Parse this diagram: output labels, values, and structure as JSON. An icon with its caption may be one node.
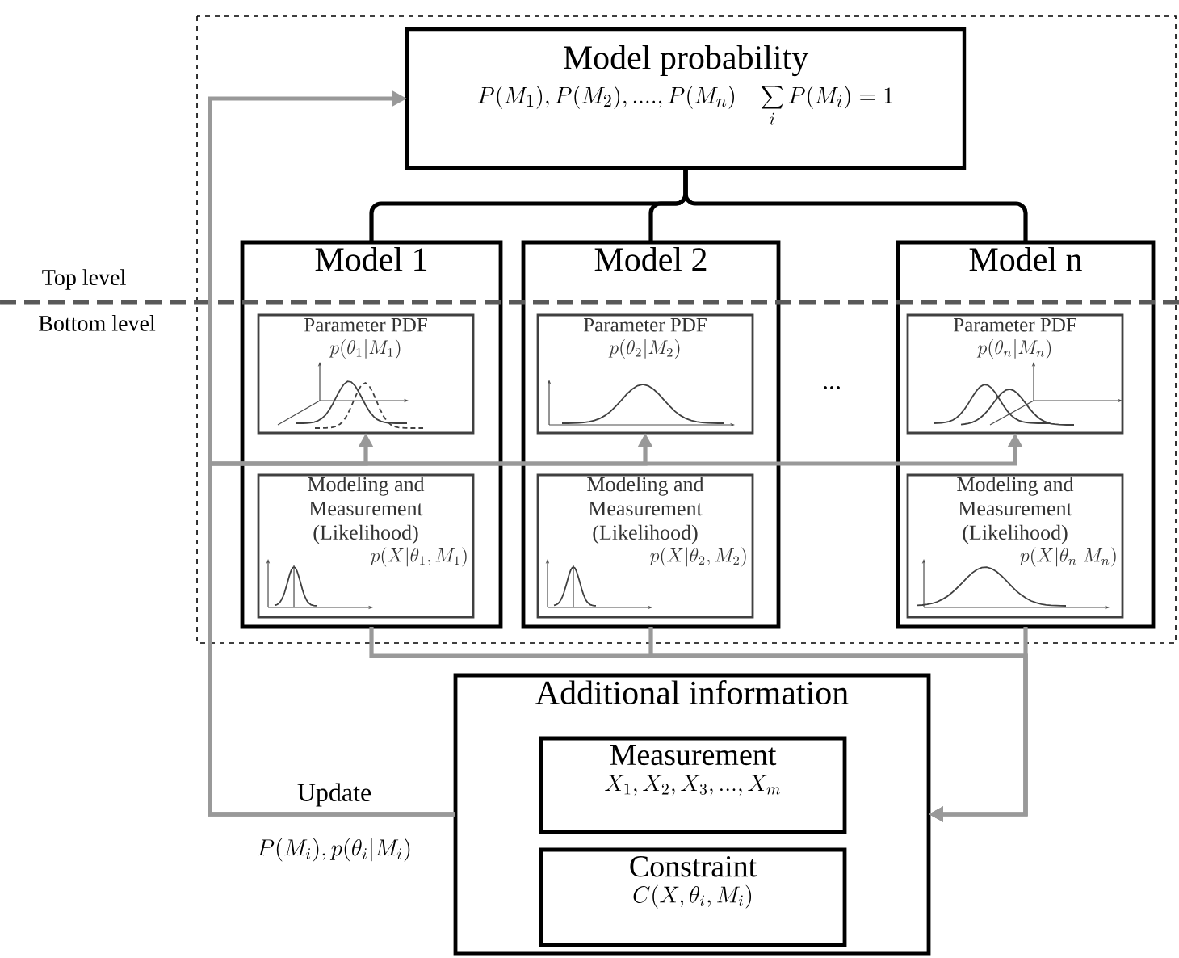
{
  "diagram": {
    "nodes": [
      {
        "text": [
          "Model probability",
          "P(M_1), P(M_2), ...., P(M_n)",
          "\\sum_{i} P(M_i) = 1"
        ]
      },
      {
        "text": [
          "Model 1"
        ]
      },
      {
        "text": [
          "Parameter PDF",
          "p(\\theta_1|M_1)"
        ],
        "in": 1
      },
      {
        "text": [
          "Modeling and Measurement (Likelihood)",
          "p(X|\\theta_1, M_1)"
        ],
        "in": 1
      },
      {
        "text": [
          "Model 2"
        ]
      },
      {
        "text": [
          "Parameter PDF",
          "p(\\theta_2|M_2)"
        ],
        "in": 4
      },
      {
        "text": [
          "Modeling and Measurement (Likelihood)",
          "p(X|\\theta_2, M_2)"
        ],
        "in": 4
      },
      {
        "text": [
          "Model n"
        ]
      },
      {
        "text": [
          "Parameter PDF",
          "p(\\theta_n|M_n)"
        ],
        "in": 7
      },
      {
        "text": [
          "Modeling and Measurement (Likelihood)",
          "p(X|\\theta_n|M_n)"
        ],
        "in": 7
      },
      {
        "text": [
          "Additional information"
        ]
      },
      {
        "text": [
          "Measurement",
          "X_1, X_2, X_3, ..., X_m"
        ],
        "in": 10
      },
      {
        "text": [
          "Constraint",
          "C(X, \\theta_i, M_i)"
        ],
        "in": 10
      }
    ],
    "edges": [
      {
        "from": 0,
        "to": 1,
        "arrow": "none",
        "color": "#000000"
      },
      {
        "from": 0,
        "to": 4,
        "arrow": "none",
        "color": "#000000"
      },
      {
        "from": 0,
        "to": 7,
        "arrow": "none",
        "color": "#000000"
      },
      {
        "from": 10,
        "to": 2,
        "arrow": "to"
      },
      {
        "from": 10,
        "to": 5,
        "arrow": "to"
      },
      {
        "from": 10,
        "to": 8,
        "arrow": "to"
      },
      {
        "from": 1,
        "to": 10,
        "arrow": "to"
      },
      {
        "from": 4,
        "to": 10,
        "arrow": "to"
      },
      {
        "from": 7,
        "to": 10,
        "arrow": "to"
      },
      {
        "from": 10,
        "to": 0,
        "arrow": "to",
        "label": "Update"
      }
    ],
    "labels": [
      "Top level",
      "Bottom level",
      "...",
      "P(M_i), p(\\theta_i | M_i)"
    ]
  }
}
